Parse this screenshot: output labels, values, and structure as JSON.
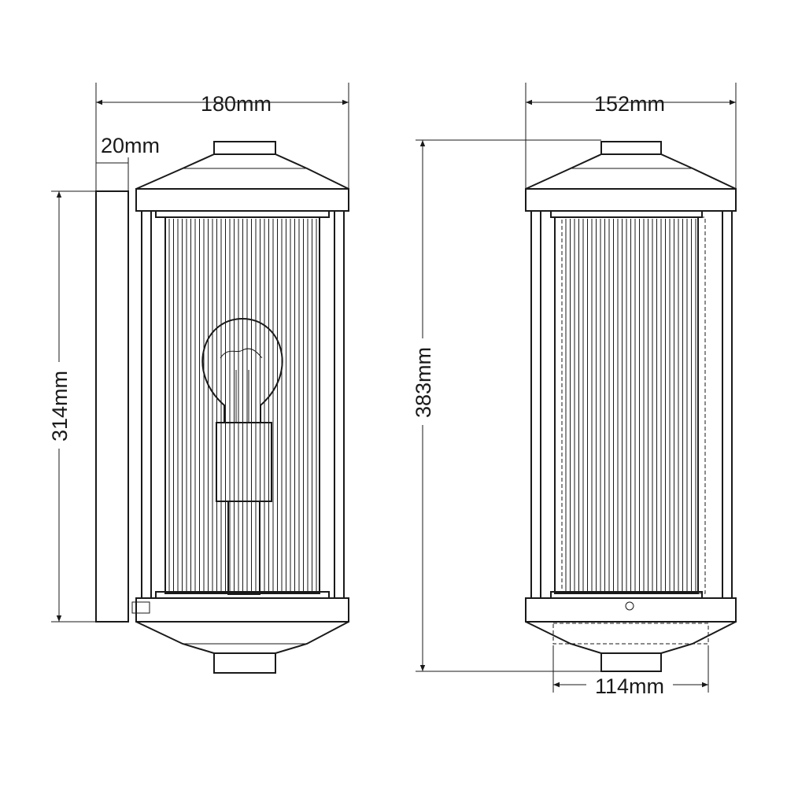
{
  "side_view": {
    "width_label": "180mm",
    "depth_label": "20mm",
    "height_label": "314mm"
  },
  "front_view": {
    "width_label": "152mm",
    "height_label": "383mm",
    "base_width_label": "114mm"
  }
}
